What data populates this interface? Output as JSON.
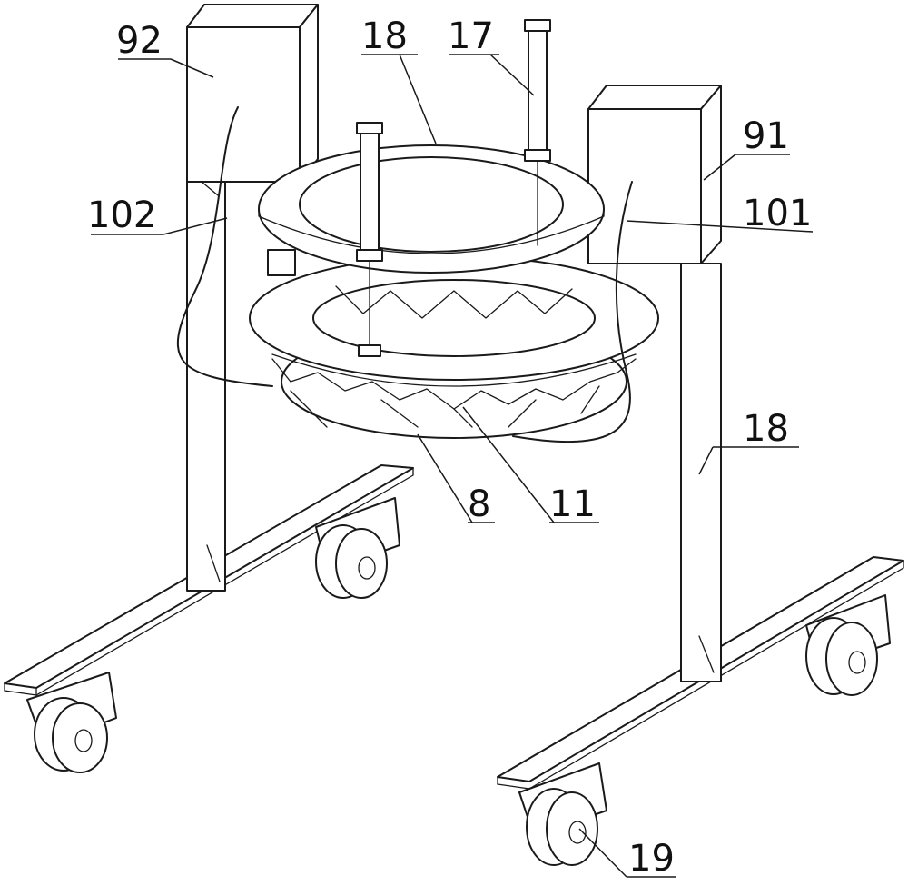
{
  "labels": {
    "l92": "92",
    "l18_top": "18",
    "l17": "17",
    "l91": "91",
    "l102": "102",
    "l101": "101",
    "l18_right": "18",
    "l8": "8",
    "l11": "11",
    "l19": "19"
  }
}
